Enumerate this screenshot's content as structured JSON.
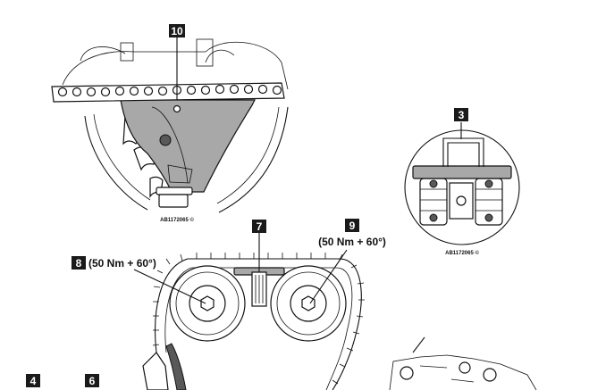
{
  "callouts": {
    "c10": "10",
    "c3": "3",
    "c7": "7",
    "c8": "8",
    "c9": "9",
    "c4": "4",
    "c6": "6"
  },
  "specs": {
    "left_sprocket_torque": "(50 Nm + 60°)",
    "right_sprocket_torque": "(50 Nm + 60°)"
  },
  "figure_refs": {
    "detail_top_left": "AB1172065 ©",
    "detail_top_right": "AB1172065 ©"
  },
  "colors": {
    "ink": "#111111",
    "guide_fill": "#a8a8a8",
    "callout_fill": "#1a1a1a"
  }
}
